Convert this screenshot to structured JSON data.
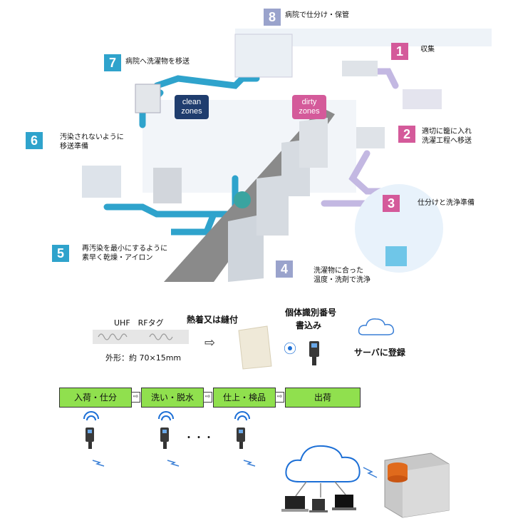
{
  "process_steps": [
    {
      "num": "1",
      "label": "収集"
    },
    {
      "num": "2",
      "label": "適切に籠に入れ\n洗濯工程へ移送"
    },
    {
      "num": "3",
      "label": "仕分けと洗浄準備"
    },
    {
      "num": "4",
      "label": "洗濯物に合った\n温度・洗剤で洗浄"
    },
    {
      "num": "5",
      "label": "再汚染を最小にするように\n素早く乾燥・アイロン"
    },
    {
      "num": "6",
      "label": "汚染されないように\n移送準備"
    },
    {
      "num": "7",
      "label": "病院へ洗濯物を移送"
    },
    {
      "num": "8",
      "label": "病院で仕分け・保管"
    }
  ],
  "zones": {
    "clean": "clean\nzones",
    "dirty": "dirty\nzones"
  },
  "tag_section": {
    "tag_title": "UHF　RFタグ",
    "sew_label": "熱着又は縫付",
    "size_label": "外形：約 70×15mm",
    "write_label_1": "個体識別番号",
    "write_label_2": "書込み",
    "register_label": "サーバに登録"
  },
  "flow": {
    "stages": [
      "入荷・仕分",
      "洗い・脱水",
      "仕上・検品",
      "出荷"
    ],
    "ellipsis": "・・・"
  },
  "colors": {
    "pink": "#d45a9a",
    "blue": "#2fa3cc",
    "lavender": "#9aa3cc",
    "green": "#90e04e",
    "navy": "#1f3d6e"
  }
}
